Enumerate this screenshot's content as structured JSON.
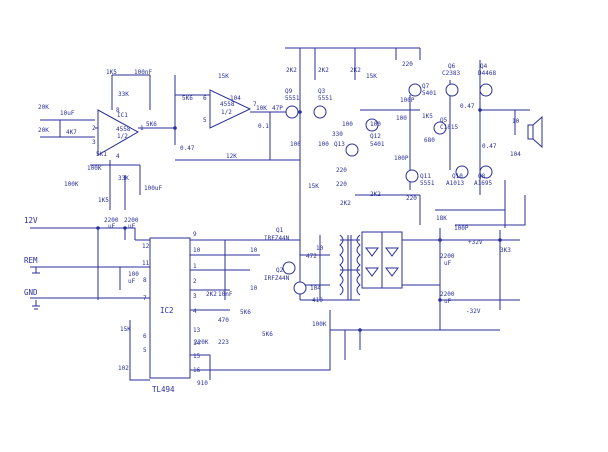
{
  "colors": {
    "ink": "#2a2f9a",
    "paper": "#ffffff"
  },
  "icons": {
    "opamp": "opamp-triangle-icon",
    "transistor": "transistor-icon",
    "diode_bridge": "diode-bridge-icon",
    "speaker": "speaker-icon",
    "transformer": "transformer-icon",
    "ground": "ground-icon"
  },
  "labels": {
    "power_12v": "12V",
    "rem": "REM",
    "gnd": "GND",
    "plus_32v": "+32V",
    "minus_32v": "-32V",
    "ic1_name": "IC1",
    "ic1_model": "4558",
    "ic1_half": "1/2",
    "ic1b_model": "4558",
    "ic1b_half": "1/2",
    "ic2_name": "IC2",
    "ic2_model": "TL494",
    "q1": "Q1",
    "q1_part": "IRFZ44N",
    "q2": "Q2",
    "q2_part": "IRFZ44N",
    "q3": "Q3",
    "q3_part": "5551",
    "q4": "Q4",
    "q4_part": "D4468",
    "q5": "Q5",
    "q5_part": "C1815",
    "q6": "Q6",
    "q6_part": "C2383",
    "q7": "Q7",
    "q7_part": "5401",
    "q9": "Q9",
    "q9_part": "5551",
    "q10": "Q10",
    "q10_part": "A1013",
    "q11": "Q11",
    "q11_part": "5551",
    "q12": "Q12",
    "q12_part": "5401",
    "q13": "Q13",
    "q13_part": "Q13",
    "q8": "Q8",
    "q8_part": "A1695",
    "r_20k_a": "20K",
    "r_20k_b": "20K",
    "c_10uf_in": "10uF",
    "r_4k7": "4K7",
    "r_1k5_top": "1K5",
    "c_100nf_top": "100nF",
    "r_33k": "33K",
    "r_5k1": "5K1",
    "r_100k_left": "100K",
    "r_100k_bot": "100K",
    "r_1k5_bot": "1K5",
    "r_33k_bot": "33K",
    "c_100uf_bot": "100uF",
    "r_5k6_mid": "5K6",
    "c_047_left": "0.47",
    "r_5k6_in": "5K6",
    "r_15k_fb": "15K",
    "c_104": "104",
    "r_10k": "10K",
    "c_47p": "47P",
    "c_01": "0.1",
    "r_12k": "12K",
    "r_2k2_a": "2K2",
    "r_2k2_b": "2K2",
    "r_2k2_c": "2K2",
    "r_2k2_d": "2K2",
    "r_2k2_e": "2K2",
    "r_15k_b": "15K",
    "r_15k_c": "15K",
    "r_100_a": "100",
    "r_100_b": "100",
    "r_100_c": "100",
    "r_100_d": "100",
    "r_100_e": "100",
    "r_330": "330",
    "r_220_a": "220",
    "r_220_b": "220",
    "c_220_a": "220",
    "c_220_b": "220",
    "r_680": "680",
    "c_100p_a": "100P",
    "c_100p_b": "100P",
    "r_1k5_c": "1K5",
    "r_047_a": "0.47",
    "r_047_b": "0.47",
    "r_10_out": "10",
    "c_104_out": "104",
    "r_18k": "18K",
    "c_100p_fb": "100P",
    "c_2200_a": "2200",
    "c_2200_a_unit": "uF",
    "c_2200_b": "2200",
    "c_2200_b_unit": "uF",
    "c_100_rem": "100",
    "c_100_rem_unit": "uF",
    "r_3k3": "3K3",
    "c_2200_pos": "2200",
    "c_2200_pos_unit": "uF",
    "c_2200_neg": "2200",
    "c_2200_neg_unit": "uF",
    "pin_12": "12",
    "pin_11": "11",
    "pin_8": "8",
    "pin_7": "7",
    "pin_9": "9",
    "pin_10": "10",
    "pin_1": "1",
    "pin_2": "2",
    "pin_3": "3",
    "pin_4": "4",
    "pin_5": "5",
    "pin_6": "6",
    "pin_13": "13",
    "pin_14": "14",
    "pin_15": "15",
    "pin_16": "16",
    "r_15k_ic2": "15K",
    "c_102": "102",
    "r_910": "910",
    "r_2k2_ic2": "2K2",
    "c_10nf": "10nF",
    "r_5k6_ic2": "5K6",
    "r_470": "470",
    "r_220k": "220K",
    "c_223": "223",
    "r_5k6_b": "5K6",
    "r_10_q1": "10",
    "r_10_q2": "10",
    "r_472": "472",
    "r_10_gate": "10",
    "c_104_sn": "104",
    "c_410": "410",
    "r_100k_fb": "100K",
    "ic1_pins": [
      "1",
      "2",
      "3",
      "4",
      "8"
    ],
    "ic1b_pins": [
      "5",
      "6",
      "7"
    ]
  }
}
